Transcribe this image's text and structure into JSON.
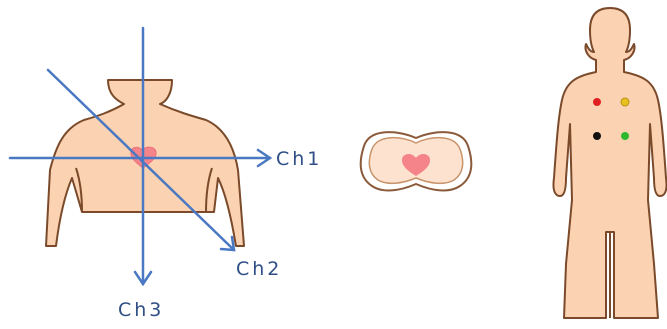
{
  "colors": {
    "skin": "#fbd3b3",
    "outline": "#7a4a2a",
    "heart": "#f5848a",
    "axis": "#4a78c2",
    "label_text": "#2f4f86",
    "electrodes": [
      "#e02020",
      "#e8c020",
      "#111111",
      "#2eb82e"
    ]
  },
  "channels": {
    "ch1": "Ch1",
    "ch2": "Ch2",
    "ch3": "Ch3"
  },
  "icons": {
    "torso": "torso-front-icon",
    "cross_section": "chest-cross-section-icon",
    "body": "full-body-icon",
    "heart": "heart-icon"
  }
}
